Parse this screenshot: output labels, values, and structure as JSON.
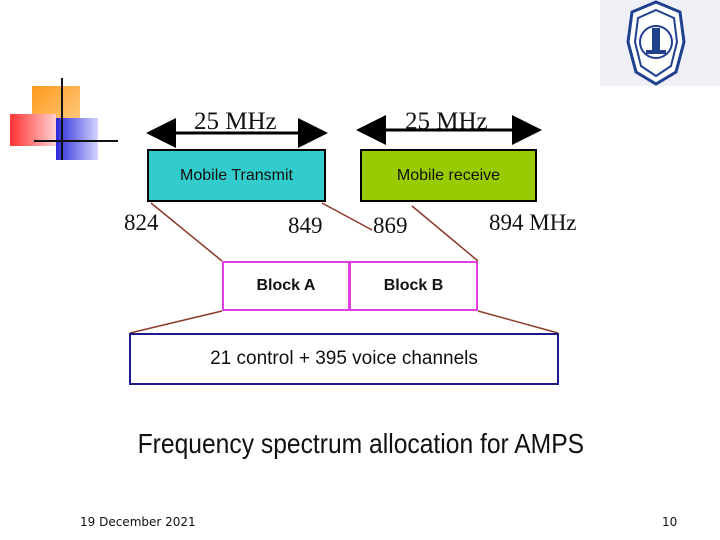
{
  "diagram": {
    "bands": [
      {
        "width_label": "25 MHz",
        "box_label": "Mobile Transmit",
        "start": "824",
        "end": "849",
        "color": "#33cccc"
      },
      {
        "width_label": "25 MHz",
        "box_label": "Mobile receive",
        "start": "869",
        "end": "894 MHz",
        "color": "#99cc00"
      }
    ],
    "blocks": [
      "Block A",
      "Block B"
    ],
    "channels_label": "21 control + 395 voice channels",
    "caption": "Frequency spectrum allocation for AMPS"
  },
  "footer": {
    "date": "19 December 2021",
    "page_number": "10"
  },
  "colors": {
    "block_border": "#e040e0",
    "channel_border": "#1a1a8a",
    "connector": "#8b3a2a"
  }
}
